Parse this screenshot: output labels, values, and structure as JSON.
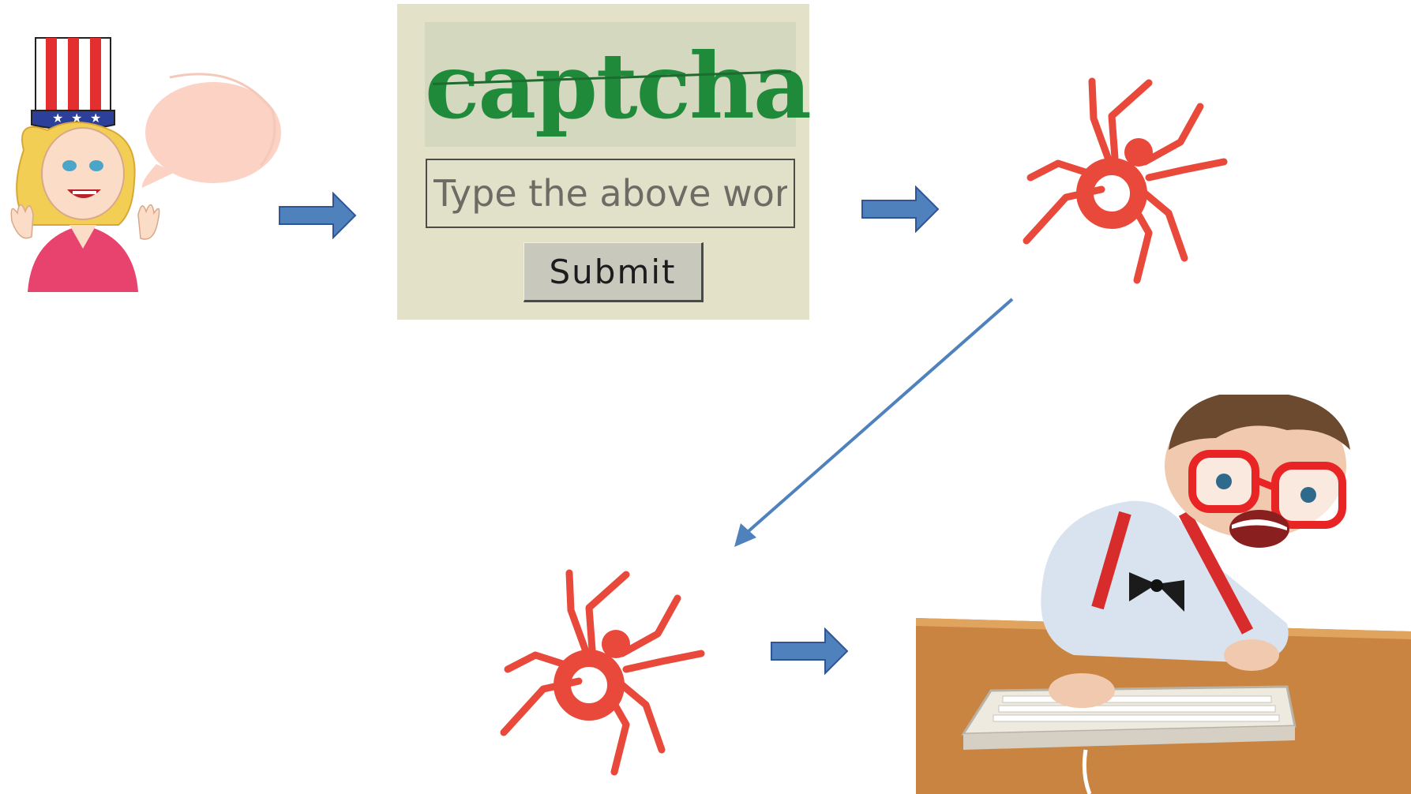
{
  "captcha": {
    "word": "captcha",
    "input_placeholder": "Type the above word",
    "submit_label": "Submit"
  },
  "colors": {
    "arrow": "#4f81bd",
    "spider": "#e8493a",
    "captcha_text": "#1f8a3a",
    "captcha_bg": "#e3e2c9"
  },
  "icons": [
    "politician-cartoon",
    "speech-bubble",
    "arrow-right",
    "spider-icon",
    "arrow-diagonal",
    "nerd-photo"
  ]
}
